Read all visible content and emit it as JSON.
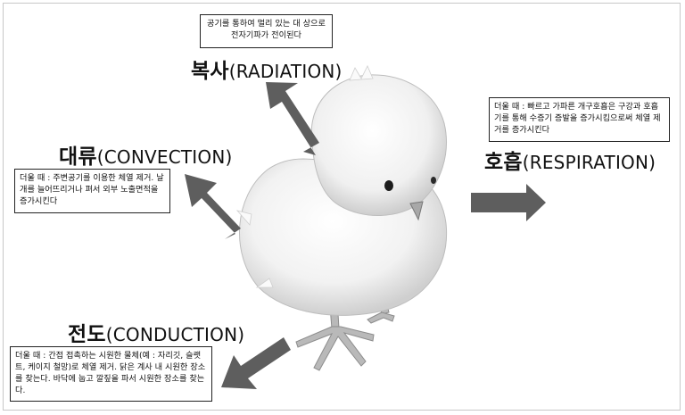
{
  "radiation": {
    "note": "공기를 통하여 멀리 있는 대 상으로 전자기파가 전이된다",
    "title_ko": "복사",
    "title_en": "(RADIATION)"
  },
  "convection": {
    "title_ko": "대류",
    "title_en": "(CONVECTION)",
    "note": "더울 때 : 주변공기를 이용한 체열 제거. 날개를 늘어뜨리거나 펴서 외부 노출면적을 증가시킨다"
  },
  "respiration": {
    "note": "더울 때 : 빠르고 가파른 개구호흡은 구강과 호흡기를 통해 수증기 증발을 증가시킴으로써 체열 제거를 증가시킨다",
    "title_ko": "호흡",
    "title_en": "(RESPIRATION)"
  },
  "conduction": {
    "title_ko": "전도",
    "title_en": "(CONDUCTION)",
    "note": "더울 때 : 간접 접촉하는 시원한 물체(예 : 자리깃, 슬랫트, 케이지 철망)로 체열 제거. 닭은 계사 내 시원한 장소를 찾는다. 바닥에 눕고 깔짚을 파서 시원한 장소를 찾는다."
  },
  "colors": {
    "arrow": "#5e5e5e",
    "border": "#222222"
  }
}
